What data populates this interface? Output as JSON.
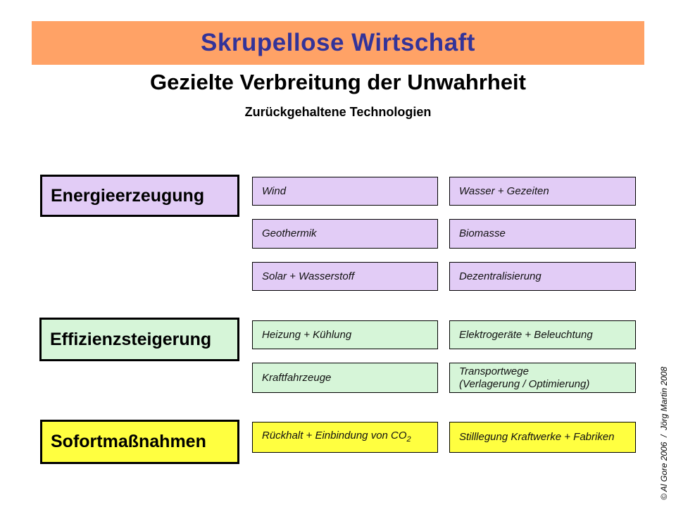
{
  "header": {
    "title": "Skrupellose Wirtschaft",
    "bar_color": "#FFA266",
    "title_color": "#333399"
  },
  "headings": {
    "main": "Gezielte Verbreitung der Unwahrheit",
    "sub": "Zurückgehaltene Technologien"
  },
  "sections": [
    {
      "category": "Energieerzeugung",
      "color": "#E2CCF6",
      "items": [
        {
          "label": "Wind"
        },
        {
          "label": "Wasser + Gezeiten"
        },
        {
          "label": "Geothermik"
        },
        {
          "label": "Biomasse"
        },
        {
          "label": "Solar + Wasserstoff"
        },
        {
          "label": "Dezentralisierung"
        }
      ]
    },
    {
      "category": "Effizienzsteigerung",
      "color": "#D6F5D8",
      "items": [
        {
          "label": "Heizung + Kühlung"
        },
        {
          "label": "Elektrogeräte + Beleuchtung"
        },
        {
          "label": "Kraftfahrzeuge"
        },
        {
          "label": "Transportwege",
          "label2": "(Verlagerung / Optimierung)"
        }
      ]
    },
    {
      "category": "Sofortmaßnahmen",
      "color": "#FFFF40",
      "items": [
        {
          "label": "Rückhalt + Einbindung von CO",
          "sub": "2"
        },
        {
          "label": "Stilllegung Kraftwerke + Fabriken"
        }
      ]
    }
  ],
  "credit": "© Al Gore 2006  /  Jörg Martin 2008",
  "border_color": "#000000"
}
